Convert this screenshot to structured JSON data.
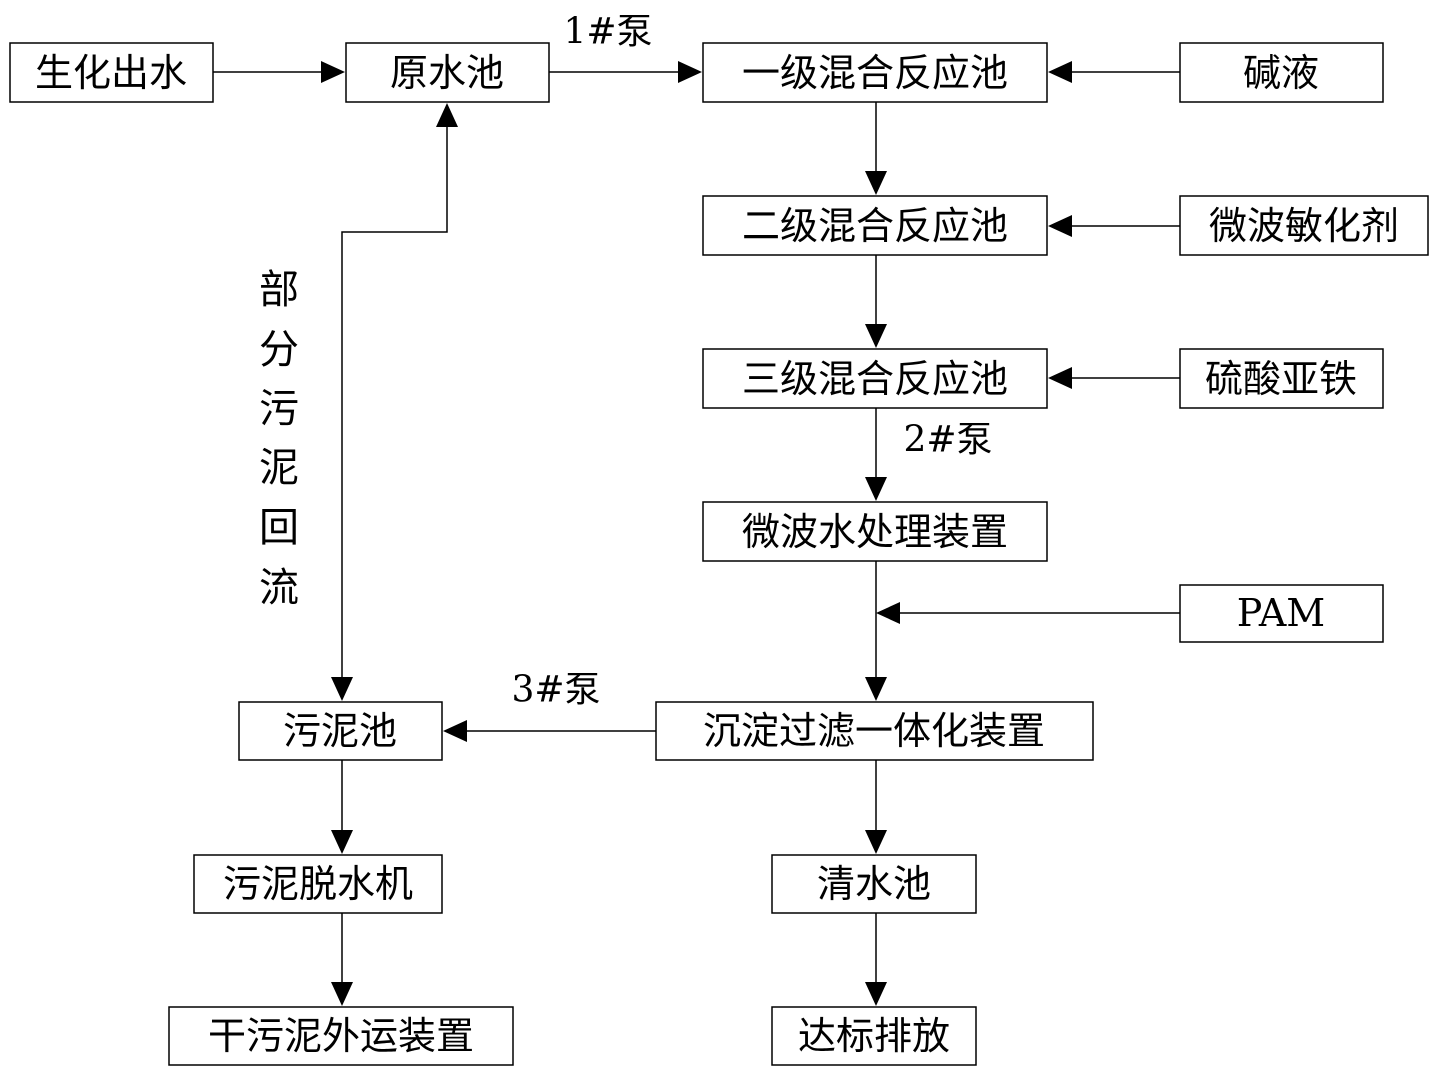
{
  "nodes": {
    "biochem_effluent": "生化出水",
    "raw_water_tank": "原水池",
    "mix_reactor_1": "一级混合反应池",
    "alkali": "碱液",
    "mix_reactor_2": "二级混合反应池",
    "microwave_sensitizer": "微波敏化剂",
    "mix_reactor_3": "三级混合反应池",
    "ferrous_sulfate": "硫酸亚铁",
    "microwave_device": "微波水处理装置",
    "pam": "PAM",
    "sedimentation_filter": "沉淀过滤一体化装置",
    "sludge_tank": "污泥池",
    "sludge_dewater": "污泥脱水机",
    "dry_sludge_transport": "干污泥外运装置",
    "clear_water_tank": "清水池",
    "discharge": "达标排放"
  },
  "labels": {
    "pump1": "1#泵",
    "pump2": "2#泵",
    "pump3": "3#泵",
    "sludge_return": [
      "部",
      "分",
      "污",
      "泥",
      "回",
      "流"
    ]
  }
}
